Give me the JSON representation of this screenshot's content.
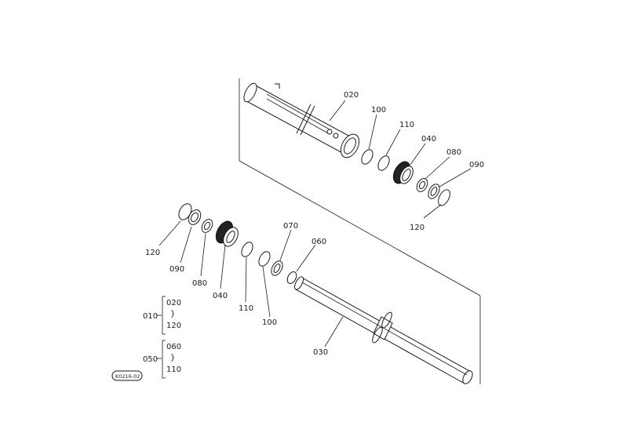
{
  "labels": {
    "top": {
      "p020": "020",
      "p100": "100",
      "p110": "110",
      "p040": "040",
      "p080": "080",
      "p090": "090",
      "p120": "120"
    },
    "bottom": {
      "p120": "120",
      "p090": "090",
      "p080": "080",
      "p040": "040",
      "p110": "110",
      "p100": "100",
      "p070": "070",
      "p060": "060",
      "p030": "030"
    },
    "legend": {
      "g010": "010",
      "g010_from": "020",
      "g010_sep": "}",
      "g010_to": "120",
      "g050": "050",
      "g050_from": "060",
      "g050_sep": "}",
      "g050_to": "110"
    },
    "ref": "K0216-02"
  }
}
